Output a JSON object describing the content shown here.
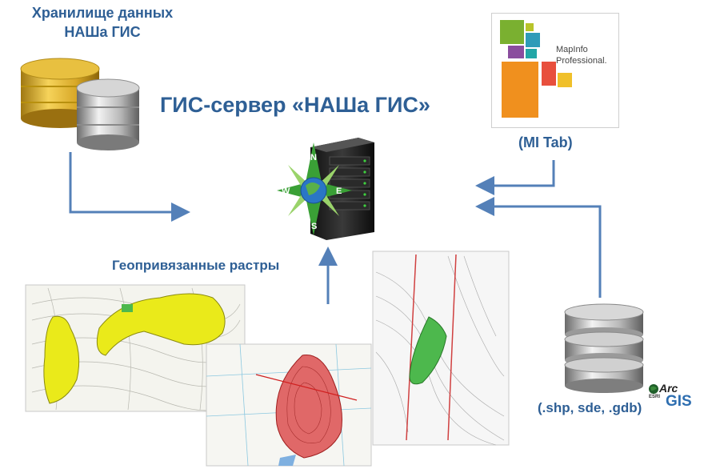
{
  "storage": {
    "line1": "Хранилище данных",
    "line2": "НАШа ГИС"
  },
  "server": {
    "title": "ГИС-сервер «НАШа ГИС»"
  },
  "mapinfo": {
    "label": "(MI Tab)",
    "logo_line1": "MapInfo",
    "logo_line2": "Professional."
  },
  "rasters": {
    "label": "Геопривязанные растры"
  },
  "arcgis": {
    "label": "(.shp, sde, .gdb)",
    "logo_arc": "Arc",
    "logo_gis": "GIS",
    "logo_esri": "ESRI"
  },
  "compass": {
    "n": "N",
    "e": "E",
    "s": "S",
    "w": "W"
  },
  "colors": {
    "arrow": "#5480b8",
    "label": "#2e5f95",
    "yellow": "#eaea1a",
    "red": "#e06868",
    "green": "#4db84d"
  }
}
